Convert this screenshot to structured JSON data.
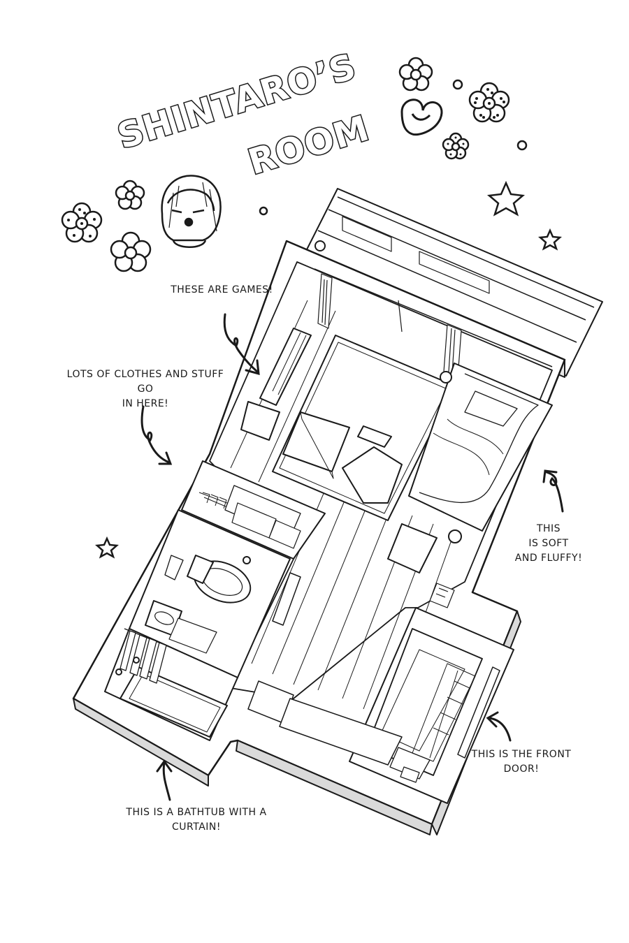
{
  "title": {
    "line1": "SHINTARO’S",
    "line2": "ROOM"
  },
  "annotations": {
    "games": "THESE ARE GAMES!",
    "closet": [
      "LOTS OF CLOTHES AND STUFF GO",
      "IN HERE!"
    ],
    "bed": [
      "THIS",
      "IS SOFT",
      "AND FLUFFY!"
    ],
    "front_door": [
      "THIS IS THE FRONT",
      "DOOR!"
    ],
    "bathtub": [
      "THIS IS A BATHTUB WITH A",
      "CURTAIN!"
    ]
  },
  "colors": {
    "ink": "#1a1a1a",
    "paper": "#ffffff",
    "shade": "#d9d9d9"
  }
}
